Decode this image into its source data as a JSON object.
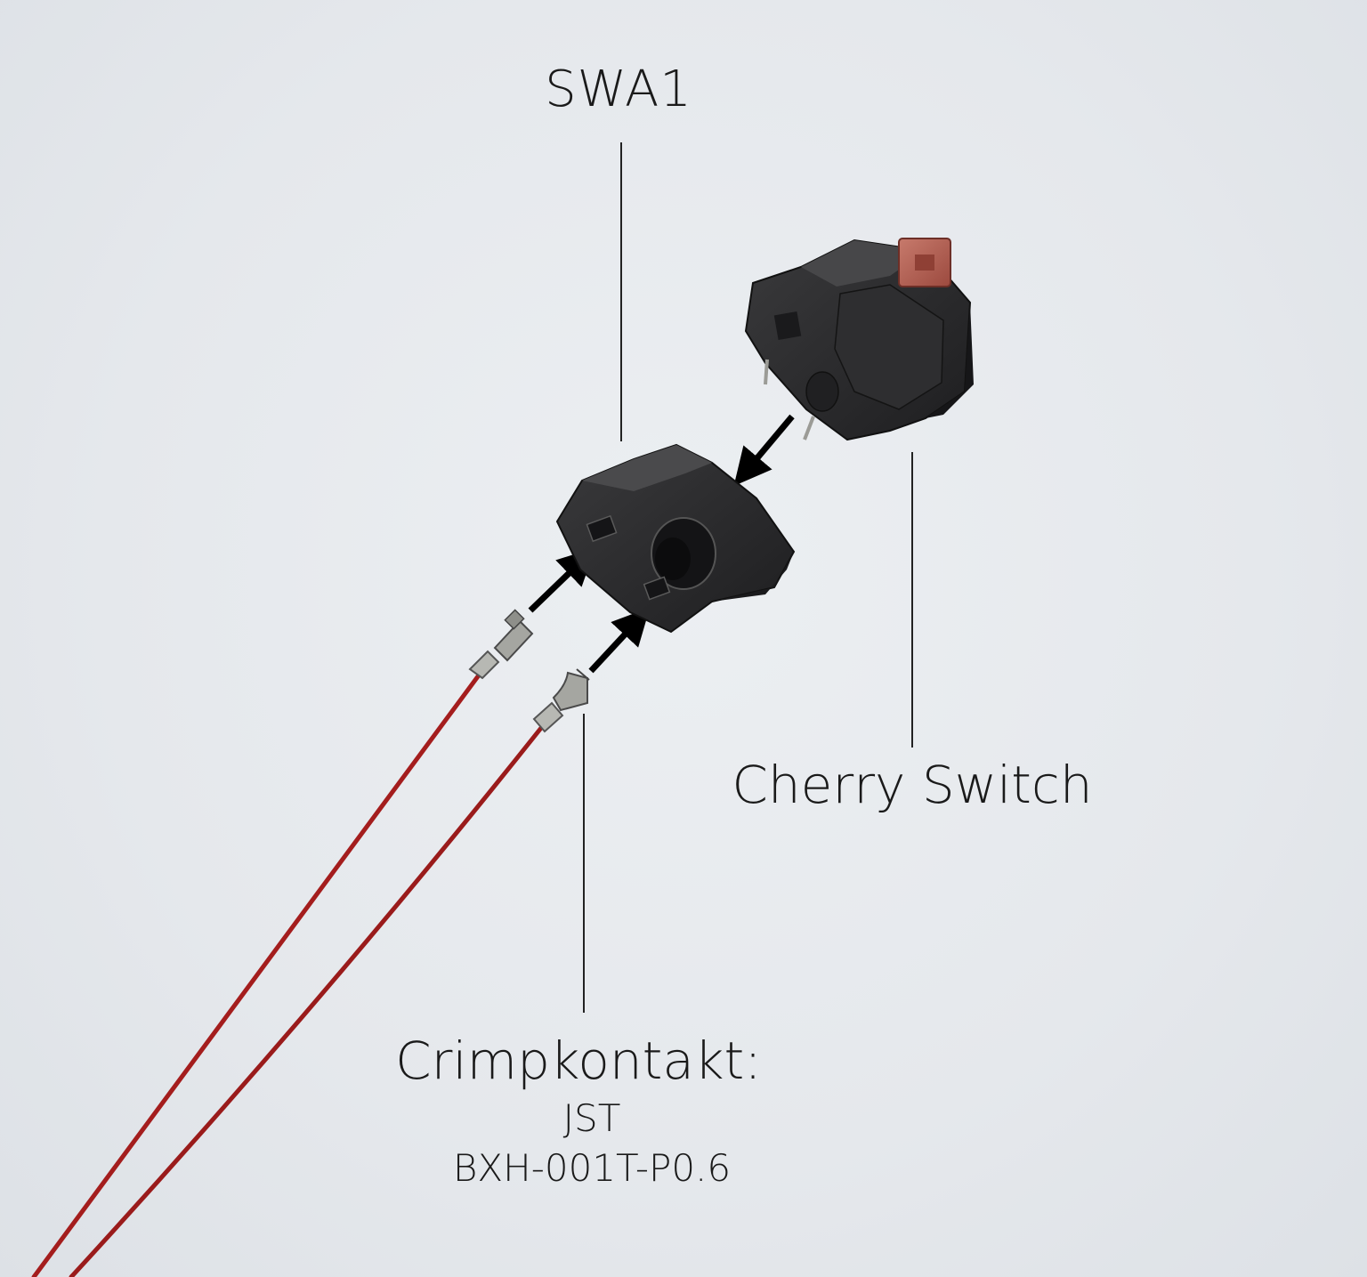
{
  "labels": {
    "connector": "SWA1",
    "switch": "Cherry Switch",
    "crimp_title": "Crimpkontakt:",
    "crimp_brand": "JST",
    "crimp_part": "BXH-001T-P0.6"
  },
  "colors": {
    "background": "#e7eaee",
    "wire": "#a41d1d",
    "plastic": "#2b2b2d",
    "stem": "#b85f52",
    "terminal": "#a9aaa6",
    "arrow": "#000000",
    "leader": "#222222"
  },
  "icons": {
    "switch": "cherry-mx-switch",
    "connector": "swa1-housing",
    "terminal": "crimp-terminal",
    "arrow": "insert-arrow"
  }
}
